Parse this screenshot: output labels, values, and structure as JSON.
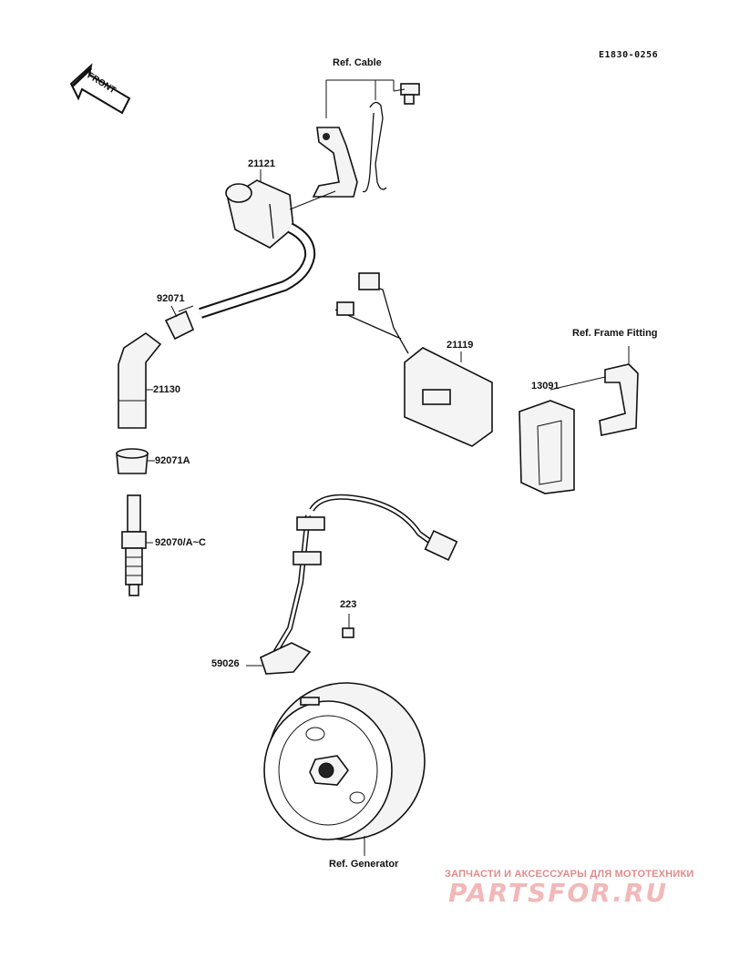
{
  "diagram_code": "E1830-0256",
  "front_label": "FRONT",
  "labels": {
    "ref_cable": "Ref. Cable",
    "ref_frame_fitting": "Ref. Frame Fitting",
    "ref_generator": "Ref. Generator"
  },
  "parts": {
    "p21121": "21121",
    "p92071": "92071",
    "p21130": "21130",
    "p92071a": "92071A",
    "p92070": "92070/A~C",
    "p21119": "21119",
    "p13091": "13091",
    "p223": "223",
    "p59026": "59026"
  },
  "watermark": {
    "tagline": "ЗАПЧАСТИ И АКСЕССУАРЫ ДЛЯ МОТОТЕХНИКИ",
    "logo": "PARTSFOR.RU"
  }
}
